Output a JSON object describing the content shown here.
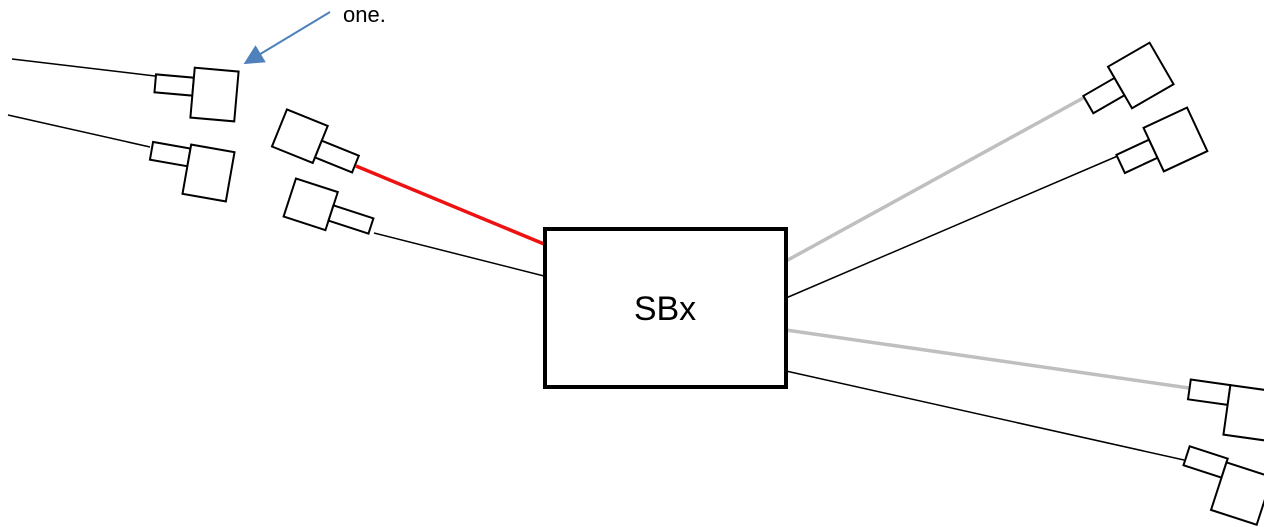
{
  "annotation": {
    "text": "one."
  },
  "device": {
    "label": "SBx"
  },
  "colors": {
    "black": "#000000",
    "red": "#ee1111",
    "gray": "#bfbfbf",
    "arrow": "#4f81bd"
  },
  "connectors": {
    "left": [
      {
        "id": "left-1",
        "cable": "black",
        "attached": false
      },
      {
        "id": "left-2",
        "cable": "black",
        "attached": false
      },
      {
        "id": "left-3",
        "cable": "red",
        "attached": true
      },
      {
        "id": "left-4",
        "cable": "black",
        "attached": true
      }
    ],
    "right": [
      {
        "id": "right-1",
        "cable": "gray",
        "attached": true
      },
      {
        "id": "right-2",
        "cable": "black",
        "attached": true
      },
      {
        "id": "right-3",
        "cable": "gray",
        "attached": true
      },
      {
        "id": "right-4",
        "cable": "black",
        "attached": true
      }
    ]
  }
}
